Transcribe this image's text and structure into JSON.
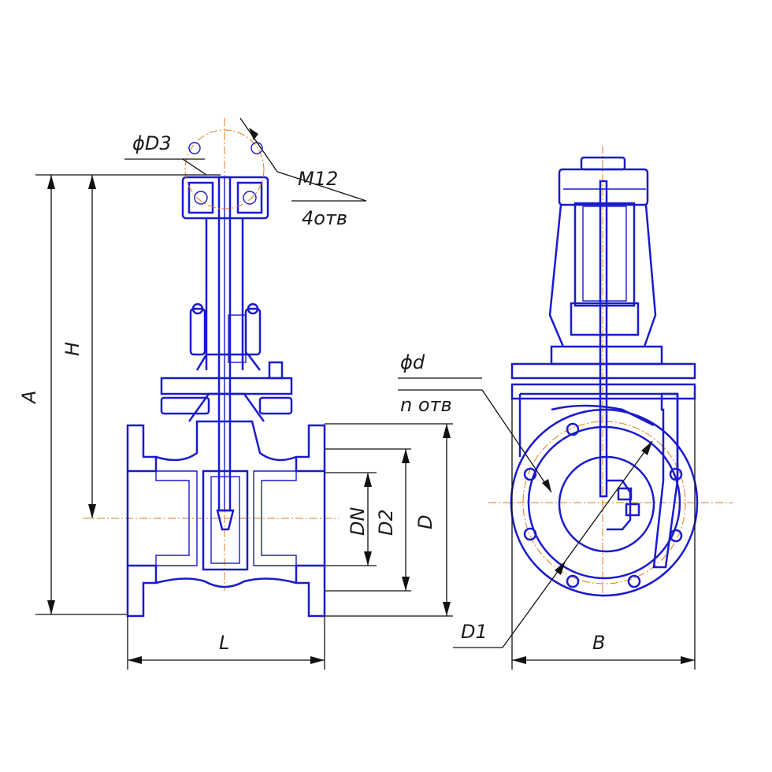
{
  "labels": {
    "dia_d3": "ϕD3",
    "m12": "M12",
    "holes_4": "4отв",
    "dim_h": "H",
    "dim_a": "A",
    "dim_dn": "DN",
    "dim_d2": "D2",
    "dim_d": "D",
    "dim_l": "L",
    "dia_d": "ϕd",
    "holes_n": "n отв",
    "dim_d1": "D1",
    "dim_b": "B"
  },
  "colors": {
    "body": "#1a1acc",
    "axis": "#e07a1a",
    "dimension": "#111111"
  }
}
